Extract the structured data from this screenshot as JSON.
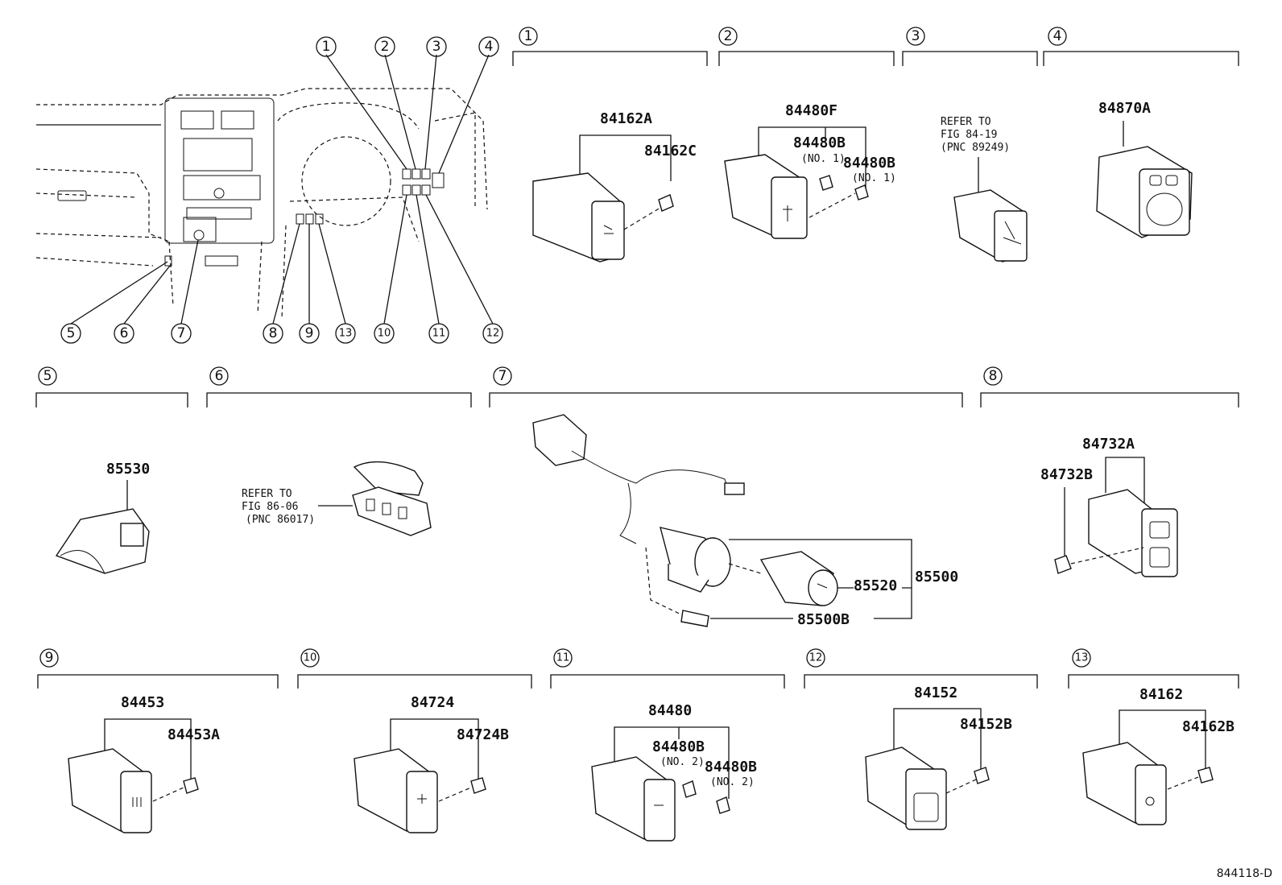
{
  "diagram_id": "844118-D",
  "callouts": [
    "1",
    "2",
    "3",
    "4",
    "5",
    "6",
    "7",
    "8",
    "9",
    "10",
    "11",
    "12",
    "13"
  ],
  "sections": {
    "s1": {
      "num": "1",
      "parts": [
        "84162A",
        "84162C"
      ]
    },
    "s2": {
      "num": "2",
      "parts": [
        "84480F",
        "84480B",
        "(NO. 1)",
        "84480B",
        "(NO. 1)"
      ]
    },
    "s3": {
      "num": "3",
      "notes": [
        "REFER TO",
        "FIG 84-19",
        "(PNC 89249)"
      ]
    },
    "s4": {
      "num": "4",
      "parts": [
        "84870A"
      ]
    },
    "s5": {
      "num": "5",
      "parts": [
        "85530"
      ]
    },
    "s6": {
      "num": "6",
      "notes": [
        "REFER TO",
        "FIG 86-06",
        "(PNC 86017)"
      ]
    },
    "s7": {
      "num": "7",
      "parts": [
        "85520",
        "85500",
        "85500B"
      ]
    },
    "s8": {
      "num": "8",
      "parts": [
        "84732A",
        "84732B"
      ]
    },
    "s9": {
      "num": "9",
      "parts": [
        "84453",
        "84453A"
      ]
    },
    "s10": {
      "num": "10",
      "parts": [
        "84724",
        "84724B"
      ]
    },
    "s11": {
      "num": "11",
      "parts": [
        "84480",
        "84480B",
        "(NO. 2)",
        "84480B",
        "(NO. 2)"
      ]
    },
    "s12": {
      "num": "12",
      "parts": [
        "84152",
        "84152B"
      ]
    },
    "s13": {
      "num": "13",
      "parts": [
        "84162",
        "84162B"
      ]
    }
  }
}
